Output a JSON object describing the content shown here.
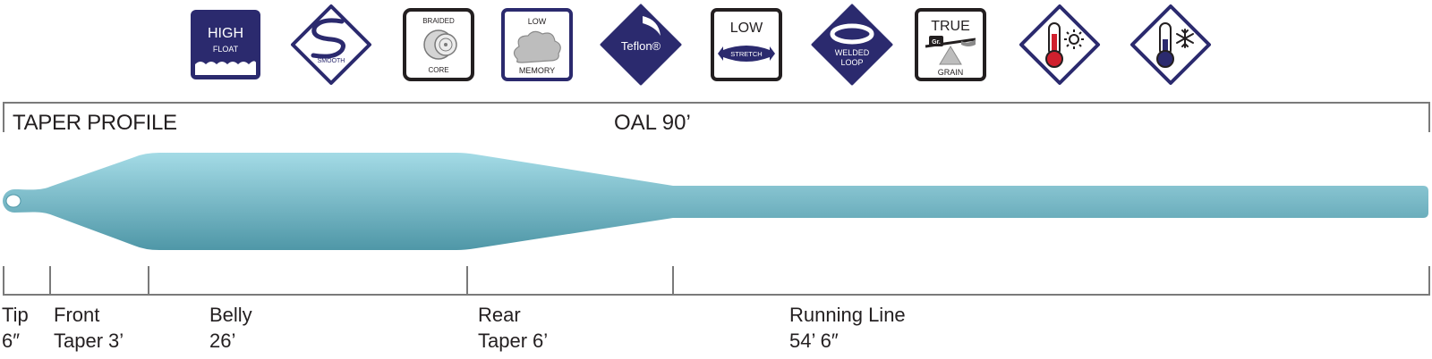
{
  "badges": [
    {
      "name": "high-float-icon",
      "lines": [
        "HIGH",
        "FLOAT"
      ]
    },
    {
      "name": "smooth-icon",
      "lines": [
        "SMOOTH"
      ]
    },
    {
      "name": "braided-core-icon",
      "lines": [
        "BRAIDED",
        "CORE"
      ]
    },
    {
      "name": "low-memory-icon",
      "lines": [
        "LOW",
        "MEMORY"
      ]
    },
    {
      "name": "teflon-icon",
      "lines": [
        "Teflon®"
      ]
    },
    {
      "name": "low-stretch-icon",
      "lines": [
        "LOW",
        "STRETCH"
      ]
    },
    {
      "name": "welded-loop-icon",
      "lines": [
        "WELDED",
        "LOOP"
      ]
    },
    {
      "name": "true-grain-icon",
      "lines": [
        "TRUE",
        "Gr.",
        "GRAIN"
      ]
    },
    {
      "name": "warm-temperature-icon",
      "lines": []
    },
    {
      "name": "cold-temperature-icon",
      "lines": []
    }
  ],
  "taper_profile": {
    "title": "TAPER PROFILE",
    "oal": "OAL 90’"
  },
  "segments": [
    {
      "label": "Tip",
      "length": "6″"
    },
    {
      "label": "Front",
      "label2": "Taper",
      "length": "3’"
    },
    {
      "label": "Belly",
      "length": "26’"
    },
    {
      "label": "Rear",
      "label2": "Taper",
      "length": "6’"
    },
    {
      "label": "Running Line",
      "length": "54’ 6″"
    }
  ],
  "colors": {
    "navy": "#2b2a6e",
    "line_light": "#a4dbe6",
    "line_dark": "#4f97a7",
    "thermo_red": "#d0202e",
    "thermo_blue": "#2b2a6e"
  }
}
